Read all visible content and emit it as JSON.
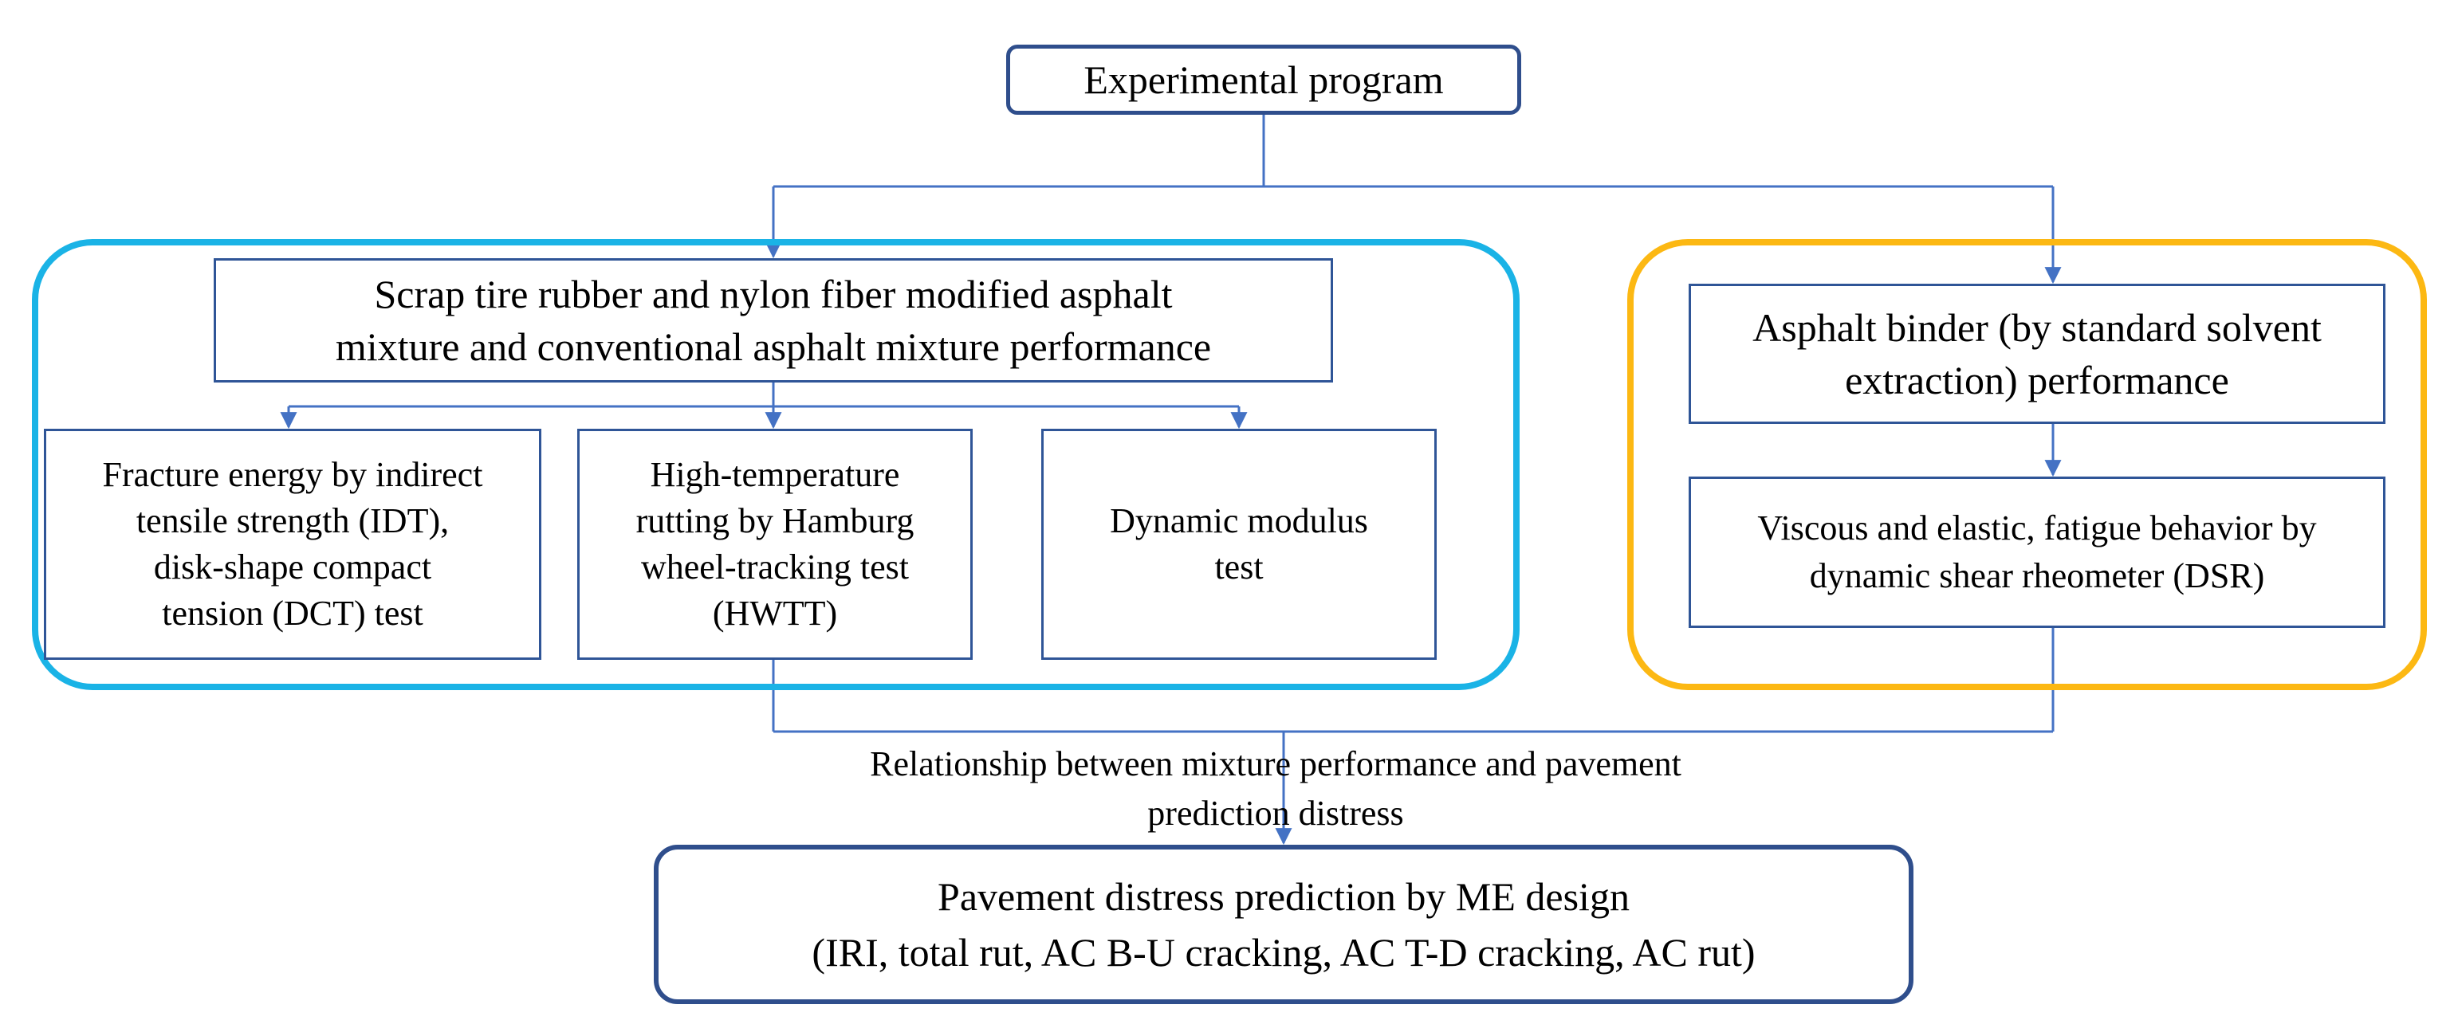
{
  "colors": {
    "connector": "#4472c4",
    "box_border": "#2f5597",
    "main_box_border": "#2f4e8c",
    "mixture_group_border": "#1ab3e6",
    "binder_group_border": "#fcb813"
  },
  "top": {
    "title": "Experimental program"
  },
  "mixture_branch": {
    "heading": "Scrap tire rubber and nylon fiber modified asphalt\nmixture and conventional asphalt mixture performance",
    "tests": [
      {
        "label": "Fracture energy by indirect\ntensile strength (IDT),\ndisk-shape compact\ntension (DCT) test"
      },
      {
        "label": "High-temperature\nrutting by Hamburg\nwheel-tracking test\n(HWTT)"
      },
      {
        "label": "Dynamic modulus\ntest"
      }
    ]
  },
  "binder_branch": {
    "heading": "Asphalt binder (by standard solvent\nextraction) performance",
    "test": "Viscous and elastic, fatigue behavior by\ndynamic shear rheometer (DSR)"
  },
  "relationship_label": "Relationship between mixture performance and pavement\nprediction distress",
  "outcome": {
    "text": "Pavement distress prediction by ME design\n(IRI, total rut, AC B-U cracking, AC T-D cracking, AC rut)"
  }
}
